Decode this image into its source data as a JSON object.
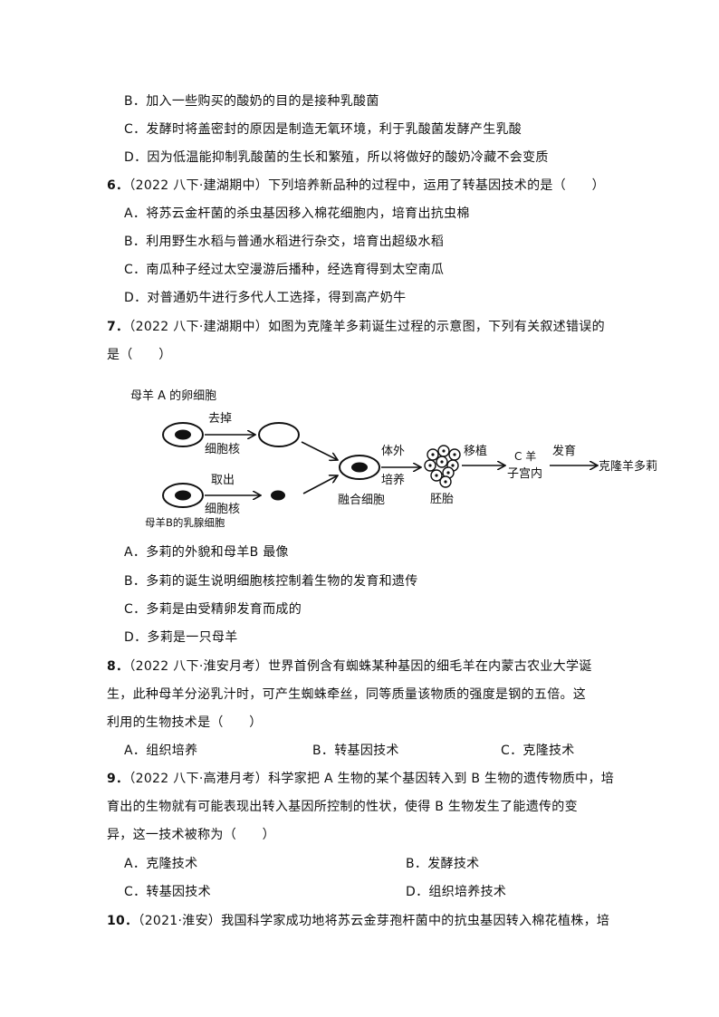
{
  "q5_options": [
    {
      "label": "B．",
      "text": "加入一些购买的酸奶的目的是接种乳酸菌"
    },
    {
      "label": "C．",
      "text": "发酵时将盖密封的原因是制造无氧环境，利于乳酸菌发酵产生乳酸"
    },
    {
      "label": "D．",
      "text": "因为低温能抑制乳酸菌的生长和繁殖，所以将做好的酸奶冷藏不会变质"
    }
  ],
  "q6": {
    "number": "6．",
    "source": "（2022 八下·建湖期中）",
    "stem": "下列培养新品种的过程中，运用了转基因技术的是（　　）",
    "options": [
      {
        "label": "A．",
        "text": "将苏云金杆菌的杀虫基因移入棉花细胞内，培育出抗虫棉"
      },
      {
        "label": "B．",
        "text": "利用野生水稻与普通水稻进行杂交，培育出超级水稻"
      },
      {
        "label": "C．",
        "text": "南瓜种子经过太空漫游后播种，经选育得到太空南瓜"
      },
      {
        "label": "D．",
        "text": "对普通奶牛进行多代人工选择，得到高产奶牛"
      }
    ]
  },
  "q7": {
    "number": "7．",
    "source": "（2022 八下·建湖期中）",
    "stem_line1": "如图为克隆羊多莉诞生过程的示意图，下列有关叙述错误的",
    "stem_line2": "是（　　）",
    "diagram": {
      "label_egg": "母羊 A 的卵细胞",
      "remove_top": "去掉",
      "remove_bottom": "细胞核",
      "take_top": "取出",
      "take_bottom": "细胞核",
      "label_mammary": "母羊B的乳腺细胞",
      "fused_cell": "融合细胞",
      "culture_top": "体外",
      "culture_bottom": "培养",
      "embryo": "胚胎",
      "transplant": "移植",
      "sheep_c_top": "C 羊",
      "sheep_c_bottom": "子宫内",
      "develop": "发育",
      "result": "克隆羊多莉"
    },
    "options": [
      {
        "label": "A．",
        "text": "多莉的外貌和母羊B 最像"
      },
      {
        "label": "B．",
        "text": "多莉的诞生说明细胞核控制着生物的发育和遗传"
      },
      {
        "label": "C．",
        "text": "多莉是由受精卵发育而成的"
      },
      {
        "label": "D．",
        "text": "多莉是一只母羊"
      }
    ]
  },
  "q8": {
    "number": "8．",
    "source": "（2022 八下·淮安月考）",
    "stem_line1": "世界首例含有蜘蛛某种基因的细毛羊在内蒙古农业大学诞",
    "stem_line2": "生，此种母羊分泌乳汁时，可产生蜘蛛牵丝，同等质量该物质的强度是钢的五倍。这",
    "stem_line3": "利用的生物技术是（　　）",
    "options": [
      {
        "label": "A．",
        "text": "组织培养"
      },
      {
        "label": "B．",
        "text": "转基因技术"
      },
      {
        "label": "C．",
        "text": "克隆技术"
      }
    ]
  },
  "q9": {
    "number": "9．",
    "source": "（2022 八下·高港月考）",
    "stem_line1": "科学家把 A 生物的某个基因转入到 B 生物的遗传物质中，培",
    "stem_line2": "育出的生物就有可能表现出转入基因所控制的性状，使得 B 生物发生了能遗传的变",
    "stem_line3": "异，这一技术被称为（　　）",
    "options": [
      {
        "label": "A．",
        "text": "克隆技术"
      },
      {
        "label": "B．",
        "text": "发酵技术"
      },
      {
        "label": "C．",
        "text": "转基因技术"
      },
      {
        "label": "D．",
        "text": "组织培养技术"
      }
    ]
  },
  "q10": {
    "number": "10．",
    "source": "（2021·淮安）",
    "stem_line1": "我国科学家成功地将苏云金芽孢杆菌中的抗虫基因转入棉花植株，培"
  }
}
